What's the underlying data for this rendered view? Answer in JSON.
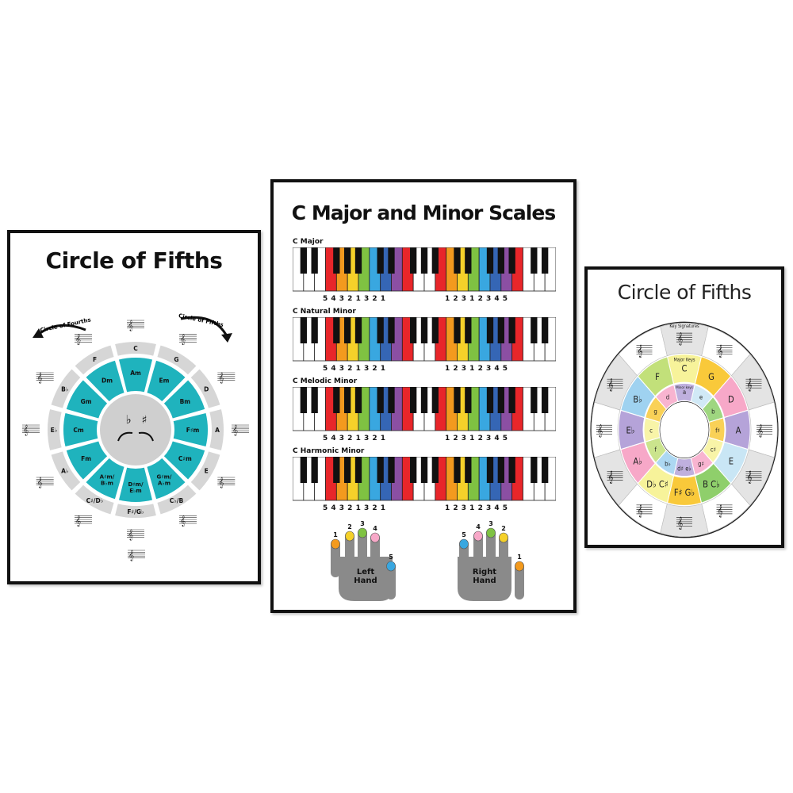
{
  "left_poster": {
    "title": "Circle of Fifths",
    "arrow_left_label": "Circle of Fourths",
    "arrow_right_label": "Circle of Fifths",
    "center_flat": "♭",
    "center_sharp": "♯",
    "outer_keys": [
      "C",
      "G",
      "D",
      "A",
      "E",
      "C♭/B",
      "F♯/G♭",
      "C♯/D♭",
      "A♭",
      "E♭",
      "B♭",
      "F"
    ],
    "inner_keys": [
      "Am",
      "Em",
      "Bm",
      "F♯m",
      "C♯m",
      "G♯m/A♭m",
      "D♯m/E♭m",
      "A♯m/B♭m",
      "Fm",
      "Cm",
      "Gm",
      "Dm"
    ],
    "colors": {
      "teal": "#1fb3bd",
      "gray": "#d6d6d6",
      "center": "#cfcfcf"
    }
  },
  "middle_poster": {
    "title": "C Major and Minor Scales",
    "scales": [
      {
        "name": "C Major",
        "left_fingers": "5 4 3 2 1 3 2 1",
        "right_fingers": "1 2 3 1 2 3 4 5"
      },
      {
        "name": "C Natural Minor",
        "left_fingers": "5 4 3 2 1 3 2 1",
        "right_fingers": "1 2 3 1 2 3 4 5"
      },
      {
        "name": "C Melodic Minor",
        "left_fingers": "5 4 3 2 1 3 2 1",
        "right_fingers": "1 2 3 1 2 3 4 5"
      },
      {
        "name": "C Harmonic Minor",
        "left_fingers": "5 4 3 2 1 3 2 1",
        "right_fingers": "1 2 3 1 2 3 4 5"
      }
    ],
    "left_hand_label": "Left Hand",
    "right_hand_label": "Right Hand",
    "left_hand_numbers": [
      "5",
      "4",
      "3",
      "2",
      "1"
    ],
    "right_hand_numbers": [
      "1",
      "2",
      "3",
      "4",
      "5"
    ],
    "rainbow": [
      "#e8262a",
      "#f39a1e",
      "#f5d12a",
      "#7fc242",
      "#39a7e0",
      "#3566b5",
      "#8b4fa3",
      "#e8262a"
    ]
  },
  "right_poster": {
    "title": "Circle of Fifths",
    "ring_label": "Key Signatures",
    "major_label": "Major Keys",
    "minor_label": "Minor keys",
    "major_keys": [
      "C",
      "G",
      "D",
      "A",
      "E",
      "B C♭",
      "F♯ G♭",
      "D♭ C♯",
      "A♭",
      "E♭",
      "B♭",
      "F"
    ],
    "minor_keys": [
      "a",
      "e",
      "b",
      "f♯",
      "c♯",
      "g♯",
      "d♯ e♭",
      "b♭",
      "f",
      "c",
      "g",
      "d"
    ],
    "pastels": [
      "#f7f39a",
      "#f9c93a",
      "#f7a8c8",
      "#b5a3d9",
      "#c9e6f5",
      "#8fcf6b",
      "#f9c93a",
      "#f7f39a",
      "#f7a8c8",
      "#b5a3d9",
      "#9fd2f0",
      "#c2e07a"
    ]
  }
}
